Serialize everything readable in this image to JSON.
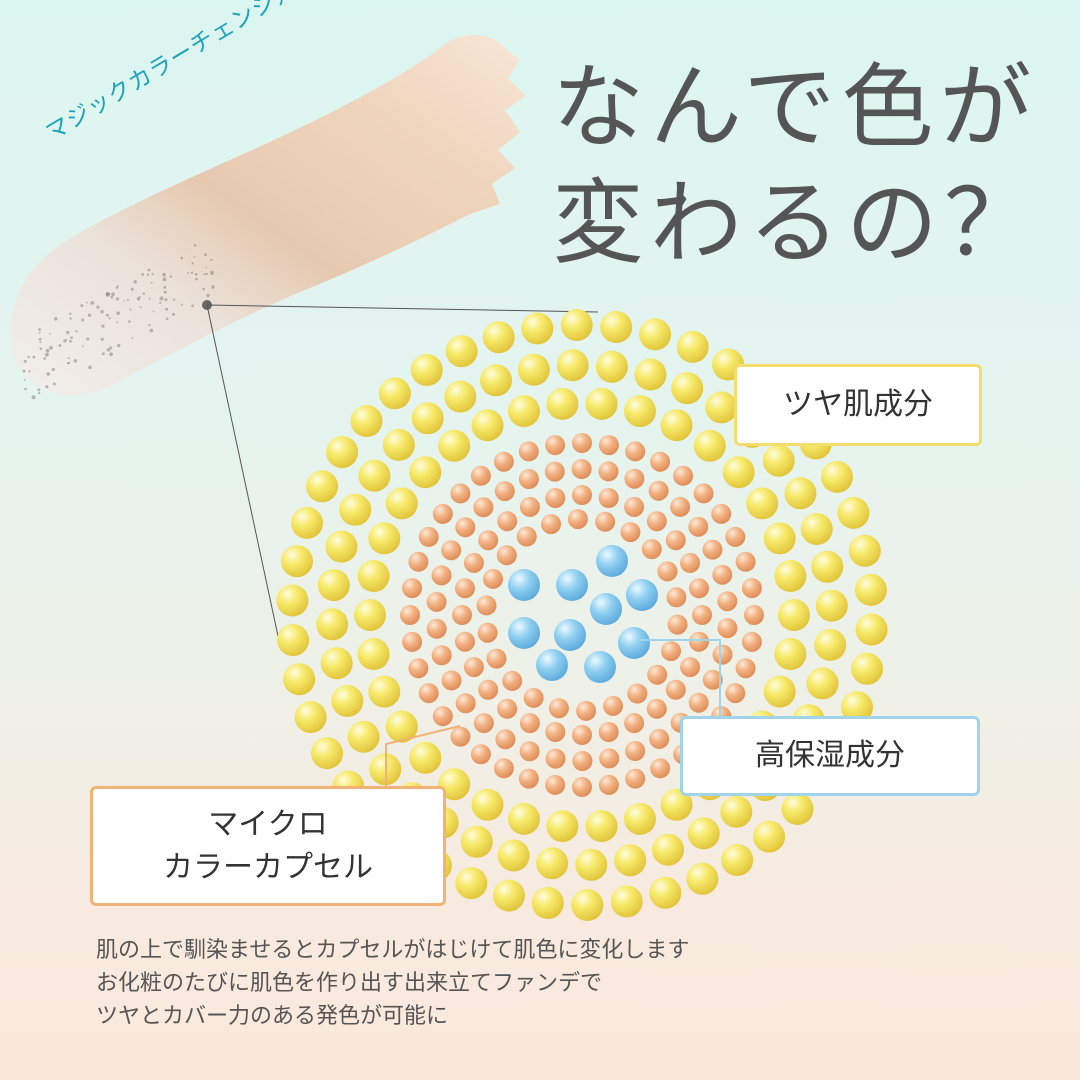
{
  "tagline": "マジックカラーチェンジ処方",
  "headline": {
    "line1": "なんで色が",
    "line2": "変わるの？"
  },
  "labels": {
    "gloss": "ツヤ肌成分",
    "moisture": "高保湿成分",
    "capsule_line1": "マイクロ",
    "capsule_line2": "カラーカプセル"
  },
  "caption": [
    "肌の上で馴染ませるとカプセルがはじけて肌色に変化します",
    "お化粧のたびに肌色を作り出す出来立てファンデで",
    "ツヤとカバー力のある発色が可能に"
  ],
  "colors": {
    "accent_teal": "#1aa3b6",
    "gloss_border": "#f3dd6c",
    "moisture_border": "#9fd4ea",
    "capsule_border": "#f1b277",
    "headline_text": "#555555"
  },
  "icons": {
    "gloss_particle": "yellow-sphere-icon",
    "capsule_particle": "orange-sphere-icon",
    "moisture_particle": "blue-sphere-icon"
  }
}
